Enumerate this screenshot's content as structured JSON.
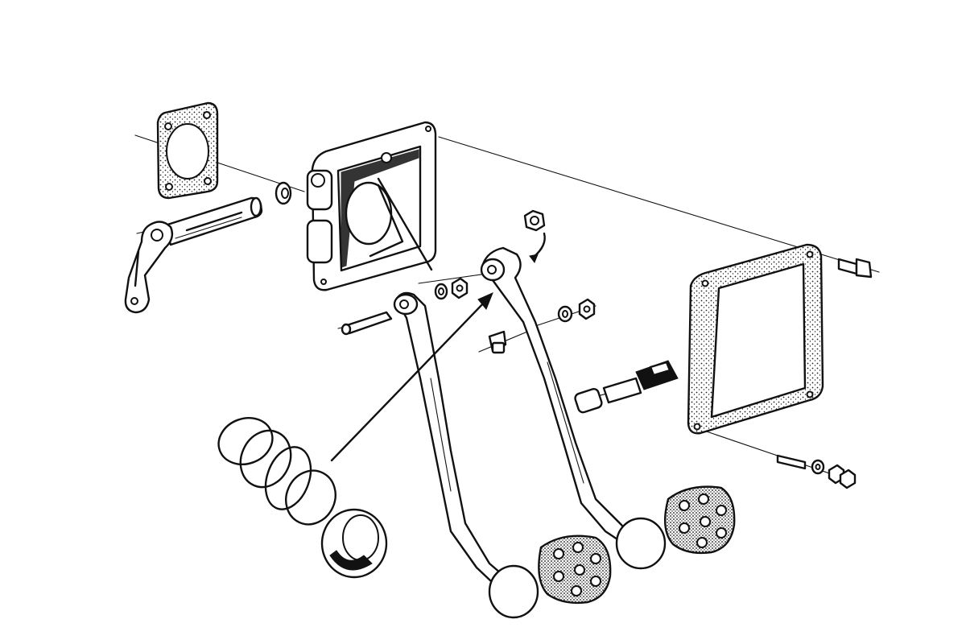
{
  "diagram": {
    "kind": "exploded-parts-drawing",
    "subject_parts": [
      "bearing-flange-gasket",
      "pedal-shaft",
      "pedal-lever-arm",
      "bushing-washer",
      "pedal-bracket-housing",
      "shaft-nut",
      "pivot-bolt",
      "washer",
      "nut",
      "clutch-pedal",
      "brake-pedal",
      "return-spring",
      "spring-cup",
      "pedal-rubber-pad-left",
      "pedal-rubber-pad-right",
      "stop-light-switch",
      "mounting-gasket",
      "mounting-bolt",
      "stud",
      "stud-washer",
      "stud-nut"
    ],
    "colors": {
      "ink": "#111111",
      "paper": "#ffffff"
    }
  }
}
